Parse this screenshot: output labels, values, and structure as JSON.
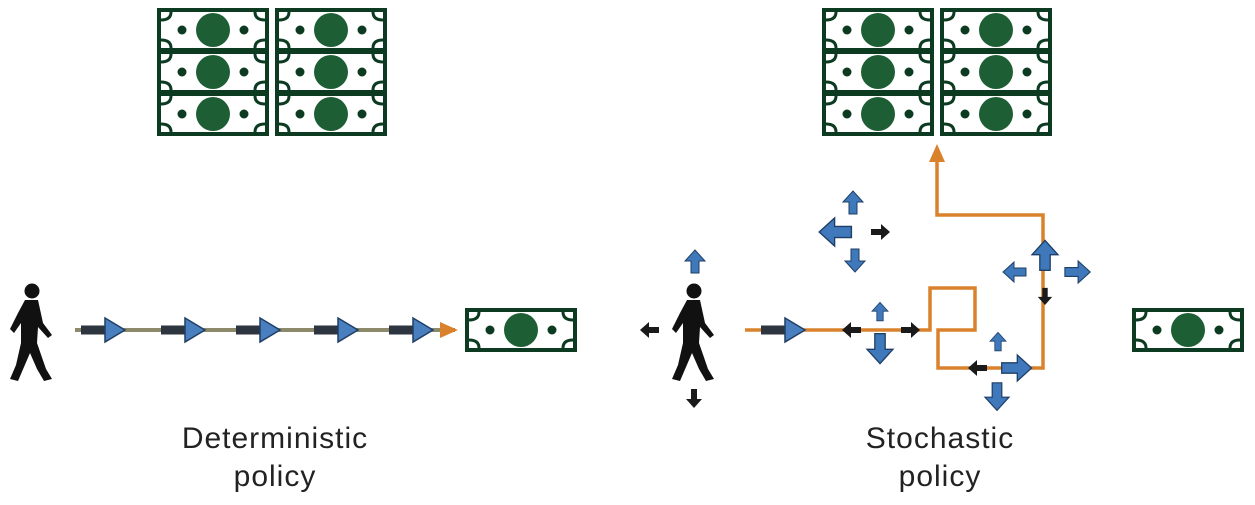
{
  "panels": {
    "deterministic": {
      "caption_line1": "Deterministic",
      "caption_line2": "policy"
    },
    "stochastic": {
      "caption_line1": "Stochastic",
      "caption_line2": "policy"
    }
  },
  "icons": {
    "agent": "person-walking-icon",
    "reward_small": "banknote-icon",
    "reward_large": "banknote-stack-icon",
    "action": "arrow-icon"
  },
  "colors": {
    "action_arrow": "#3b6ea8",
    "path": "#d9822b",
    "banknote": "#0d3b22",
    "agent": "#111111"
  }
}
